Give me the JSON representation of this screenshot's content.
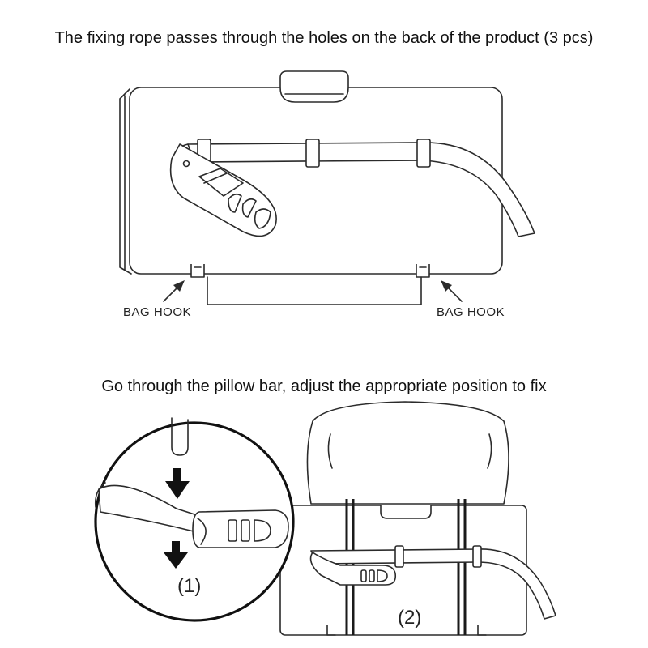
{
  "top_caption": "The fixing rope passes through the holes on the back of the product (3 pcs)",
  "bottom_caption": "Go through the pillow bar, adjust the appropriate position to fix",
  "labels": {
    "bag_hook_left": "BAG HOOK",
    "bag_hook_right": "BAG HOOK"
  },
  "steps": {
    "step_1": "(1)",
    "step_2": "(2)"
  }
}
